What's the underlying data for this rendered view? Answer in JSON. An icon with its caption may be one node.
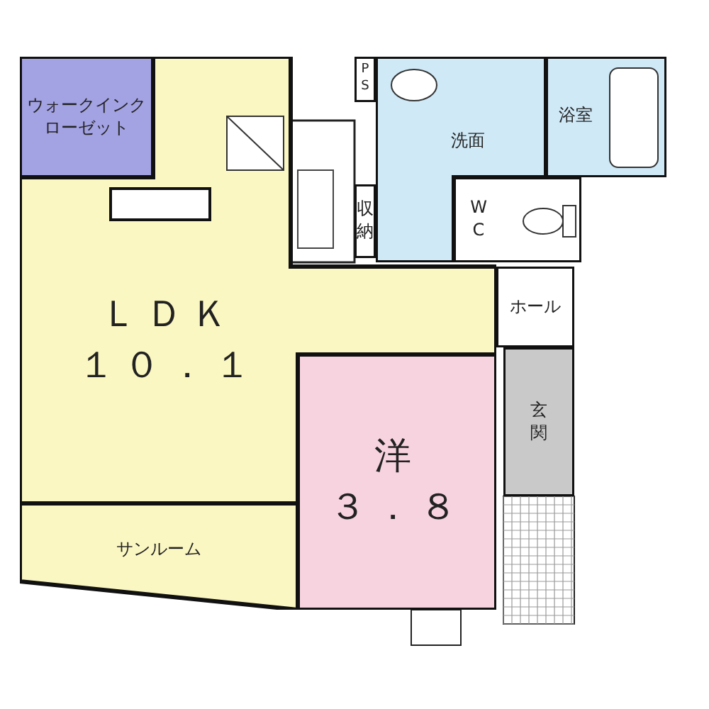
{
  "diagram": {
    "nodes": [
      {
        "text": [
          "ウォークインクローゼット"
        ]
      },
      {
        "text": [
          "ＬＤＫ",
          "１０．１"
        ]
      },
      {
        "text": [
          "PS"
        ]
      },
      {
        "text": [
          "洗面"
        ]
      },
      {
        "text": [
          "浴室"
        ]
      },
      {
        "text": [
          "収納"
        ]
      },
      {
        "text": [
          "WC"
        ]
      },
      {
        "text": [
          "ホール"
        ]
      },
      {
        "text": [
          "洋",
          "３．８"
        ]
      },
      {
        "text": [
          "玄関"
        ]
      },
      {
        "text": [
          "サンルーム"
        ]
      }
    ]
  }
}
